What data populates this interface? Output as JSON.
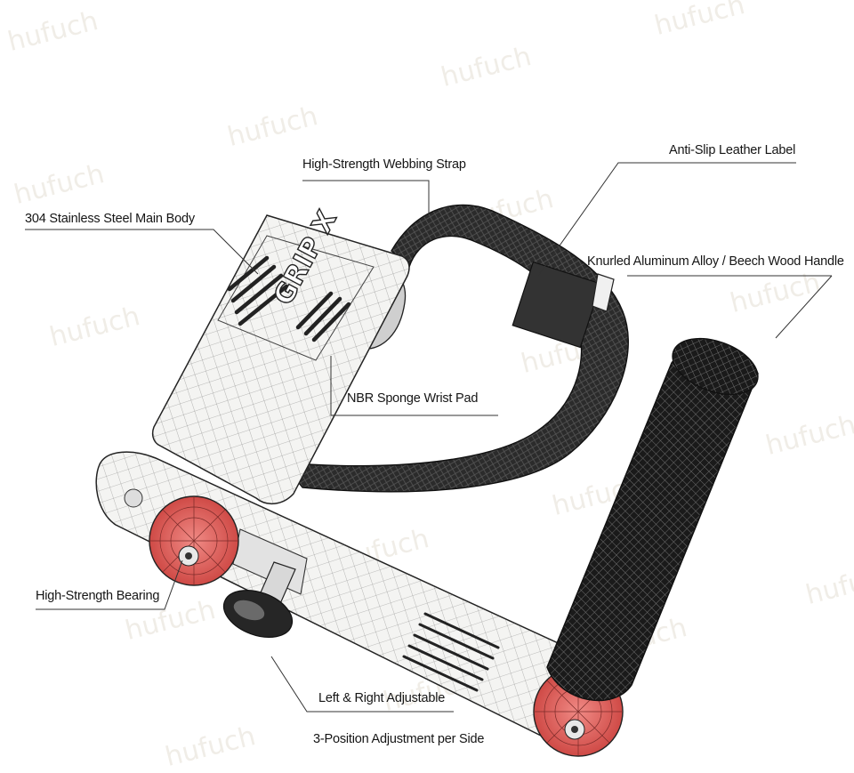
{
  "labels": {
    "main_body": "304 Stainless Steel Main Body",
    "webbing_strap": "High-Strength Webbing Strap",
    "leather_label": "Anti-Slip Leather Label",
    "handle": "Knurled Aluminum Alloy / Beech Wood Handle",
    "wrist_pad": "NBR Sponge Wrist Pad",
    "bearing": "High-Strength Bearing",
    "adjustable": "Left & Right Adjustable",
    "adjustment": "3-Position Adjustment per Side"
  },
  "body_logo": "GRIP X",
  "watermark": "hufuch",
  "colors": {
    "steel": "#f4f4f2",
    "strap": "#2b2b2b",
    "handle": "#1c1c1c",
    "bearing_red": "#e0605c",
    "line": "#333333"
  }
}
